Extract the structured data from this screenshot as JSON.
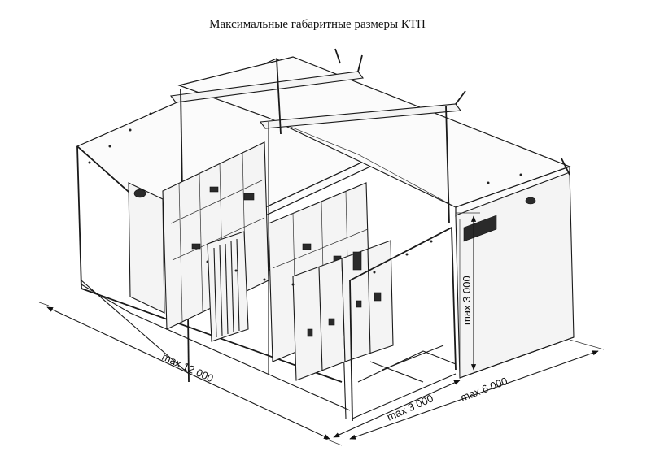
{
  "title": "Максимальные габаритные размеры КТП",
  "dimensions": {
    "length": "max 12 000",
    "depth_front": "max 3 000",
    "depth_total": "max 6 000",
    "height": "max 3 000"
  }
}
